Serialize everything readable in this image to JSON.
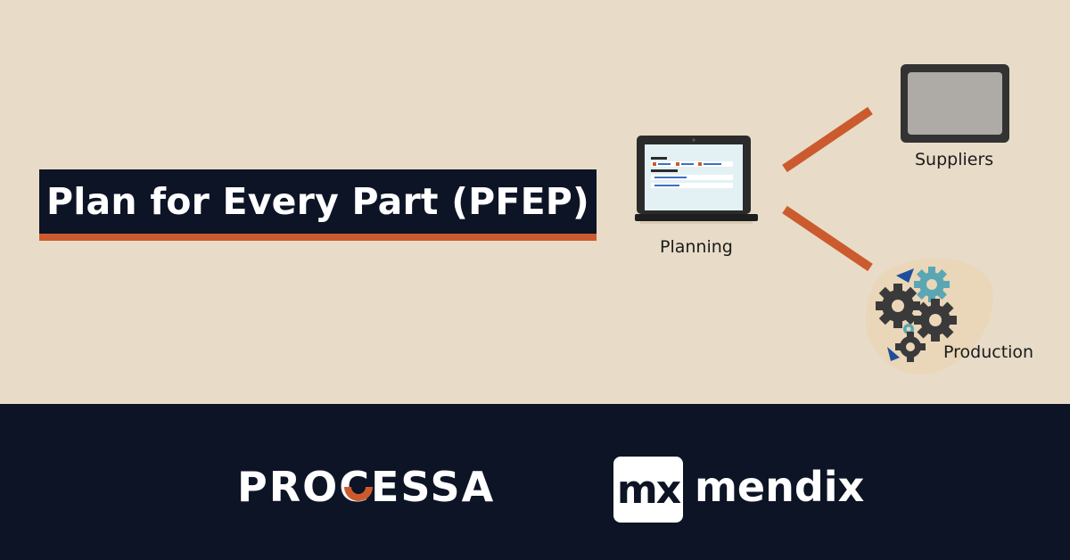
{
  "title": "Plan for Every Part (PFEP)",
  "diagram": {
    "planning_label": "Planning",
    "suppliers_label": "Suppliers",
    "production_label": "Production"
  },
  "footer": {
    "processa_logo": "PROCESSA",
    "mendix_mark": "mx",
    "mendix_logo": "mendix"
  },
  "colors": {
    "background": "#e8dcc8",
    "footer": "#0c1426",
    "accent": "#cb5b2e",
    "gear_teal": "#5aa6b4",
    "gear_dark": "#3a3a3a"
  },
  "icons": [
    "laptop-icon",
    "monitor-icon",
    "gears-icon"
  ]
}
